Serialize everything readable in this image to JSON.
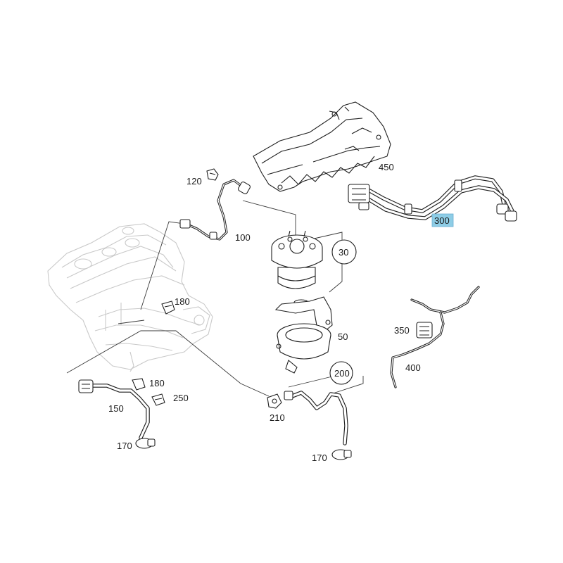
{
  "colors": {
    "highlight": "#8ecde6",
    "line": "#1f1f1f",
    "ghost": "#c9c9c9"
  },
  "callouts": {
    "p450": "450",
    "p120": "120",
    "p100": "100",
    "p300": "300",
    "p30": "30",
    "p180a": "180",
    "p50": "50",
    "p350": "350",
    "p400": "400",
    "p200": "200",
    "p180b": "180",
    "p250": "250",
    "p150": "150",
    "p210": "210",
    "p170a": "170",
    "p170b": "170"
  },
  "selected_callout": "300"
}
